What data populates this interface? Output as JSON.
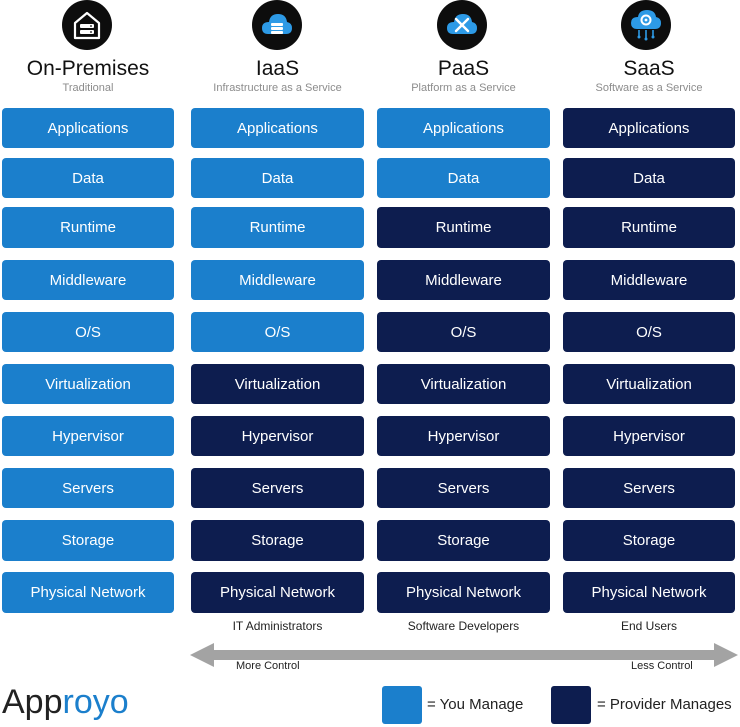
{
  "columns": [
    {
      "title": "On-Premises",
      "subtitle": "Traditional",
      "icon": "server-rack-icon",
      "layers": [
        "user",
        "user",
        "user",
        "user",
        "user",
        "user",
        "user",
        "user",
        "user",
        "user"
      ]
    },
    {
      "title": "IaaS",
      "subtitle": "Infrastructure as a Service",
      "icon": "cloud-server-icon",
      "layers": [
        "user",
        "user",
        "user",
        "user",
        "user",
        "provider",
        "provider",
        "provider",
        "provider",
        "provider"
      ]
    },
    {
      "title": "PaaS",
      "subtitle": "Platform as a Service",
      "icon": "cloud-tools-icon",
      "layers": [
        "user",
        "user",
        "provider",
        "provider",
        "provider",
        "provider",
        "provider",
        "provider",
        "provider",
        "provider"
      ]
    },
    {
      "title": "SaaS",
      "subtitle": "Software as a Service",
      "icon": "cloud-gear-icon",
      "layers": [
        "provider",
        "provider",
        "provider",
        "provider",
        "provider",
        "provider",
        "provider",
        "provider",
        "provider",
        "provider"
      ]
    }
  ],
  "layer_labels": [
    "Applications",
    "Data",
    "Runtime",
    "Middleware",
    "O/S",
    "Virtualization",
    "Hypervisor",
    "Servers",
    "Storage",
    "Physical Network"
  ],
  "personas": {
    "iaas": "IT Administrators",
    "paas": "Software Developers",
    "saas": "End Users"
  },
  "control": {
    "left": "More Control",
    "right": "Less Control"
  },
  "brand": {
    "name_a": "App",
    "name_b": "royo"
  },
  "legend": {
    "user": "= You Manage",
    "provider": "= Provider Manages"
  },
  "colors": {
    "user": "#1b7fcc",
    "provider": "#0d1d4f",
    "arrow": "#a3a3a3",
    "brand_accent": "#1b7fcc"
  }
}
